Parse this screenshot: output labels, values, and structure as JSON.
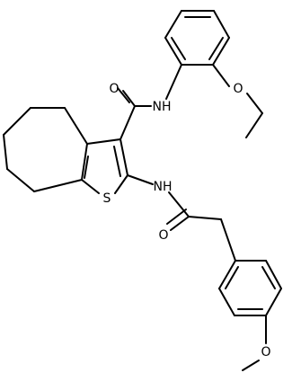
{
  "molecule": {
    "atom_labels": {
      "amide1_O": "O",
      "amide1_N": "NH",
      "ether1_O": "O",
      "thiophene_S": "S",
      "amide2_N": "NH",
      "amide2_O": "O",
      "ether2_O": "O"
    },
    "colors": {
      "bond": "#000000",
      "background": "#ffffff"
    }
  }
}
